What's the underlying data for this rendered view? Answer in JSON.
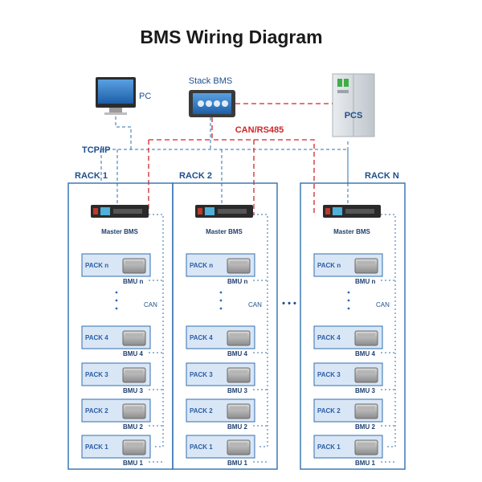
{
  "title": "BMS Wiring Diagram",
  "pc_label": "PC",
  "stack_bms_label": "Stack BMS",
  "pcs_label": "PCS",
  "tcp_ip_label": "TCP/IP",
  "can_rs485_label": "CAN/RS485",
  "rack_dots": "• • •",
  "colors": {
    "frame_blue": "#2f6fb0",
    "line_red": "#d0262a",
    "pack_fill": "#d9e6f5"
  },
  "racks": [
    {
      "label": "RACK 1",
      "master_bms": "Master BMS",
      "can_label": "CAN",
      "packs": [
        {
          "label": "PACK  n",
          "bmu": "BMU  n"
        },
        {
          "label": "PACK  4",
          "bmu": "BMU  4"
        },
        {
          "label": "PACK  3",
          "bmu": "BMU  3"
        },
        {
          "label": "PACK  2",
          "bmu": "BMU  2"
        },
        {
          "label": "PACK  1",
          "bmu": "BMU  1"
        }
      ]
    },
    {
      "label": "RACK 2",
      "master_bms": "Master BMS",
      "can_label": "CAN",
      "packs": [
        {
          "label": "PACK  n",
          "bmu": "BMU  n"
        },
        {
          "label": "PACK  4",
          "bmu": "BMU  4"
        },
        {
          "label": "PACK  3",
          "bmu": "BMU  3"
        },
        {
          "label": "PACK  2",
          "bmu": "BMU  2"
        },
        {
          "label": "PACK  1",
          "bmu": "BMU  1"
        }
      ]
    },
    {
      "label": "RACK N",
      "master_bms": "Master BMS",
      "can_label": "CAN",
      "packs": [
        {
          "label": "PACK  n",
          "bmu": "BMU  n"
        },
        {
          "label": "PACK  4",
          "bmu": "BMU  4"
        },
        {
          "label": "PACK  3",
          "bmu": "BMU  3"
        },
        {
          "label": "PACK  2",
          "bmu": "BMU  2"
        },
        {
          "label": "PACK  1",
          "bmu": "BMU  1"
        }
      ]
    }
  ]
}
